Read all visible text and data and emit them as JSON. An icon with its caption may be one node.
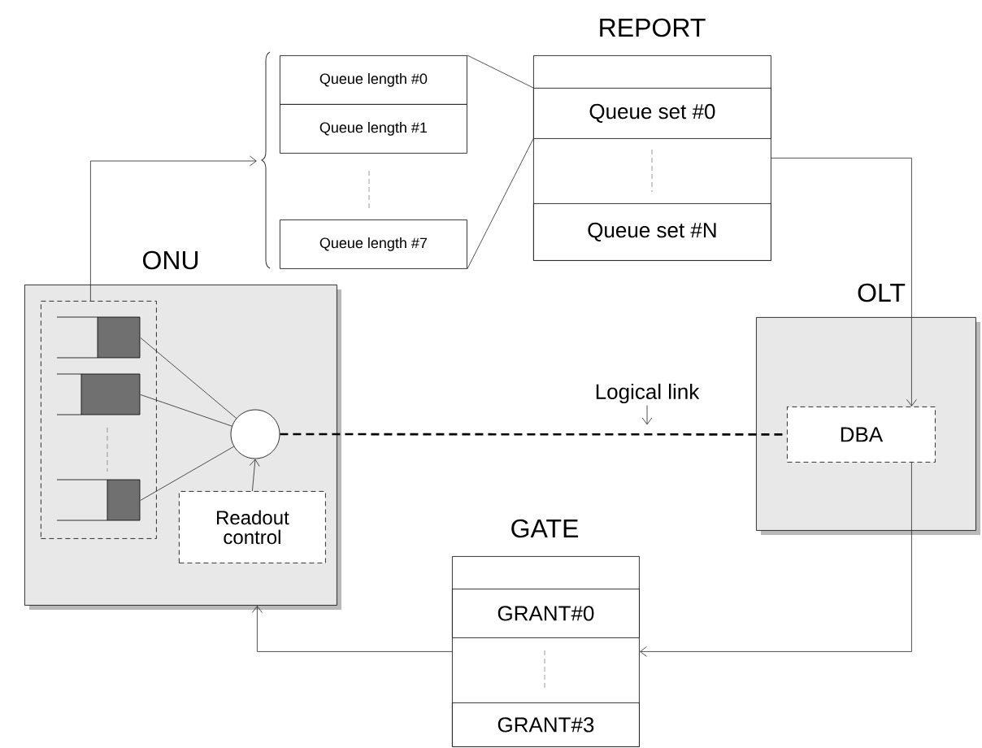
{
  "diagram": {
    "nodes": [
      {
        "text": [
          "ONU"
        ]
      },
      {
        "text": [],
        "shape": "box",
        "in": 0
      },
      {
        "text": [],
        "shape": "box",
        "in": 1
      },
      {
        "text": [],
        "shape": "box",
        "in": 1
      },
      {
        "text": [],
        "shape": "box",
        "in": 1
      },
      {
        "text": [],
        "shape": "circle",
        "in": 0
      },
      {
        "text": [
          "Readout control"
        ],
        "in": 0
      },
      {
        "text": [
          "Queue length #0"
        ]
      },
      {
        "text": [
          "Queue length #1"
        ]
      },
      {
        "text": [
          "Queue length #7"
        ]
      },
      {
        "text": [
          "REPORT"
        ]
      },
      {
        "text": [
          "Queue set #0"
        ],
        "in": 10
      },
      {
        "text": [
          "Queue set #N"
        ],
        "in": 10
      },
      {
        "text": [
          "OLT"
        ]
      },
      {
        "text": [
          "DBA"
        ],
        "in": 13
      },
      {
        "text": [
          "GATE"
        ]
      },
      {
        "text": [
          "GRANT#0"
        ],
        "in": 15
      },
      {
        "text": [
          "GRANT#3"
        ],
        "in": 15
      },
      {
        "text": [
          "Logical link"
        ]
      }
    ],
    "edges": [
      {
        "from": 1,
        "to": null,
        "arrow": "to"
      },
      {
        "from": 7,
        "to": 11,
        "arrow": "none"
      },
      {
        "from": 9,
        "to": 11,
        "arrow": "none"
      },
      {
        "from": 2,
        "to": 5,
        "arrow": "none"
      },
      {
        "from": 3,
        "to": 5,
        "arrow": "none"
      },
      {
        "from": 4,
        "to": 5,
        "arrow": "none"
      },
      {
        "from": 6,
        "to": 5,
        "arrow": "to"
      },
      {
        "from": 5,
        "to": 14,
        "arrow": "none",
        "style": "dashed"
      },
      {
        "from": 10,
        "to": 14,
        "arrow": "to"
      },
      {
        "from": 14,
        "to": 15,
        "arrow": "to"
      },
      {
        "from": 15,
        "to": 0,
        "arrow": "to"
      },
      {
        "from": 18,
        "to": null,
        "arrow": "to"
      }
    ]
  }
}
